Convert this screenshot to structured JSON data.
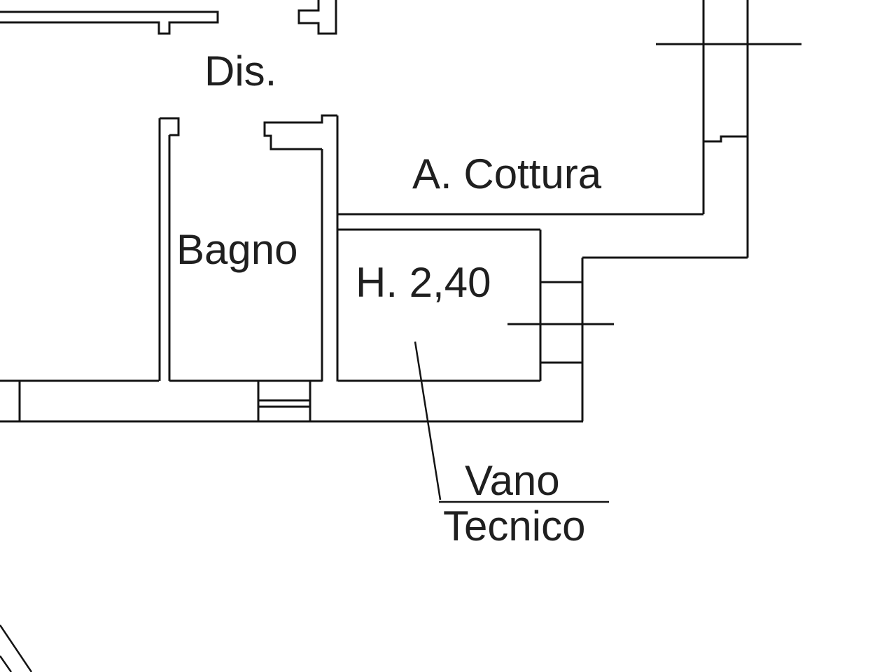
{
  "drawing": {
    "type": "floor-plan-detail",
    "line_color": "#141414",
    "background_color": "#ffffff"
  },
  "labels": {
    "dis": "Dis.",
    "a_cottura": "A. Cottura",
    "bagno": "Bagno",
    "ceiling_height": "H. 2,40",
    "vano": "Vano",
    "tecnico": "Tecnico"
  }
}
